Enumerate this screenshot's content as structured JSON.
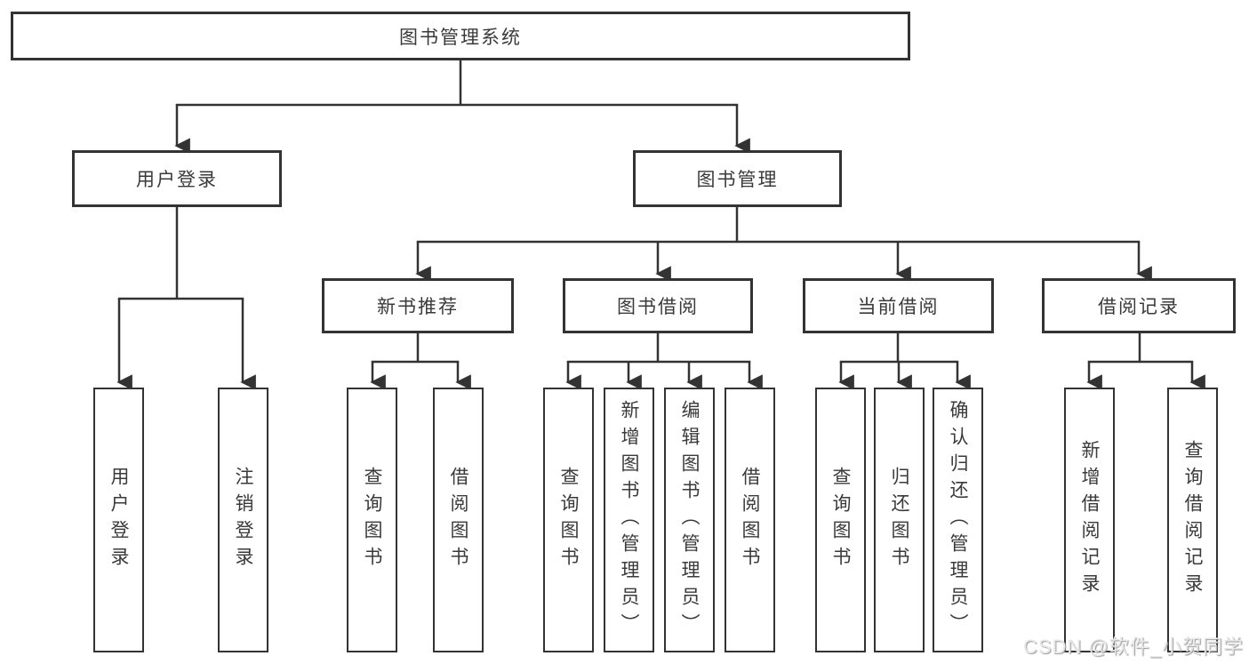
{
  "diagram": {
    "root": "图书管理系统",
    "level2": [
      {
        "label": "用户登录",
        "leaves": [
          "用户登录",
          "注销登录"
        ]
      },
      {
        "label": "图书管理",
        "groups": [
          {
            "label": "新书推荐",
            "leaves": [
              "查询图书",
              "借阅图书"
            ]
          },
          {
            "label": "图书借阅",
            "leaves": [
              "查询图书",
              "新增图书（管理员）",
              "编辑图书（管理员）",
              "借阅图书"
            ]
          },
          {
            "label": "当前借阅",
            "leaves": [
              "查询图书",
              "归还图书",
              "确认归还（管理员）"
            ]
          },
          {
            "label": "借阅记录",
            "leaves": [
              "新增借阅记录",
              "查询借阅记录"
            ]
          }
        ]
      }
    ]
  },
  "watermark": "CSDN @软件_小贺同学",
  "colors": {
    "line": "#333333",
    "text": "#3a3a3a",
    "background": "#ffffff",
    "watermark": "#e8e8e8"
  }
}
